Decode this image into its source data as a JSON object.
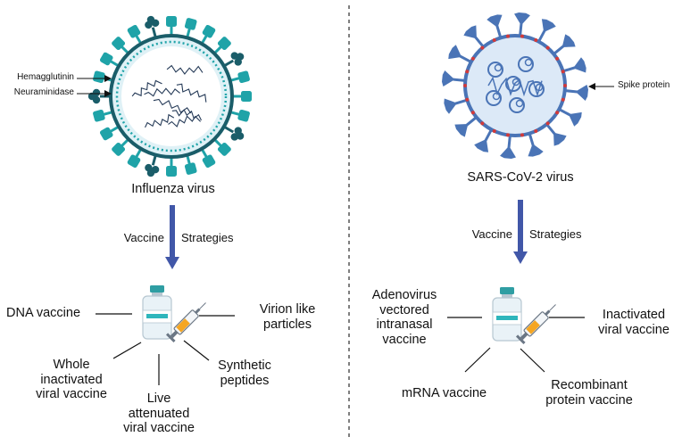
{
  "colors": {
    "influenza_teal": "#1fa3a8",
    "influenza_dark": "#1a5d69",
    "influenza_core": "#dff1f6",
    "rna": "#253a57",
    "sars_blue": "#4a74b6",
    "sars_core": "#dce9f7",
    "sars_red": "#d33a3a",
    "arrow": "#4157a8",
    "divider": "#555555"
  },
  "left": {
    "virus_name": "Influenza virus",
    "protein_labels": {
      "hemagglutinin": "Hemagglutinin",
      "neuraminidase": "Neuraminidase"
    },
    "strategy_left": "Vaccine",
    "strategy_right": "Strategies",
    "vaccines": {
      "dna": "DNA vaccine",
      "virion_like": "Virion like\nparticles",
      "whole_inactivated": "Whole\ninactivated\nviral vaccine",
      "synthetic": "Synthetic\npeptides",
      "live_attenuated": "Live\nattenuated\nviral vaccine"
    }
  },
  "right": {
    "virus_name": "SARS-CoV-2 virus",
    "protein_labels": {
      "spike": "Spike protein"
    },
    "strategy_left": "Vaccine",
    "strategy_right": "Strategies",
    "vaccines": {
      "adenovirus": "Adenovirus\nvectored\nintranasal\nvaccine",
      "inactivated": "Inactivated\nviral vaccine",
      "mrna": "mRNA vaccine",
      "recombinant": "Recombinant\nprotein vaccine"
    }
  }
}
